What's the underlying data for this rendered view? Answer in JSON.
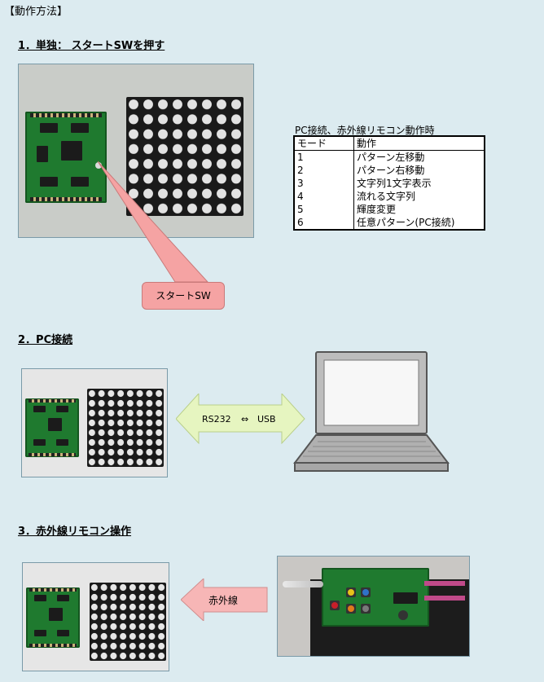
{
  "page": {
    "title": "【動作方法】"
  },
  "sections": [
    {
      "heading": "1．単独：  スタートSWを押す"
    },
    {
      "heading": "2．PC接続"
    },
    {
      "heading": "3．赤外線リモコン操作"
    }
  ],
  "mode_table": {
    "caption": "PC接続、赤外線リモコン動作時",
    "headers": [
      "モード",
      "動作"
    ],
    "rows": [
      [
        "1",
        "パターン左移動"
      ],
      [
        "2",
        "パターン右移動"
      ],
      [
        "3",
        "文字列1文字表示"
      ],
      [
        "4",
        "流れる文字列"
      ],
      [
        "5",
        "輝度変更"
      ],
      [
        "6",
        "任意パターン(PC接続)"
      ]
    ]
  },
  "callout": {
    "label": "スタートSW"
  },
  "connection_arrow": {
    "left": "RS232",
    "symbol": "⇔",
    "right": "USB"
  },
  "ir_arrow": {
    "label": "赤外線"
  },
  "colors": {
    "background": "#dcebf0",
    "callout_fill": "#f5a3a3",
    "arrow_fill": "#e6f5c0",
    "ir_arrow_fill": "#f7b6b6",
    "pcb_green": "#1f7a2f"
  },
  "icons": [
    "laptop-icon",
    "double-arrow-icon",
    "left-arrow-icon"
  ]
}
